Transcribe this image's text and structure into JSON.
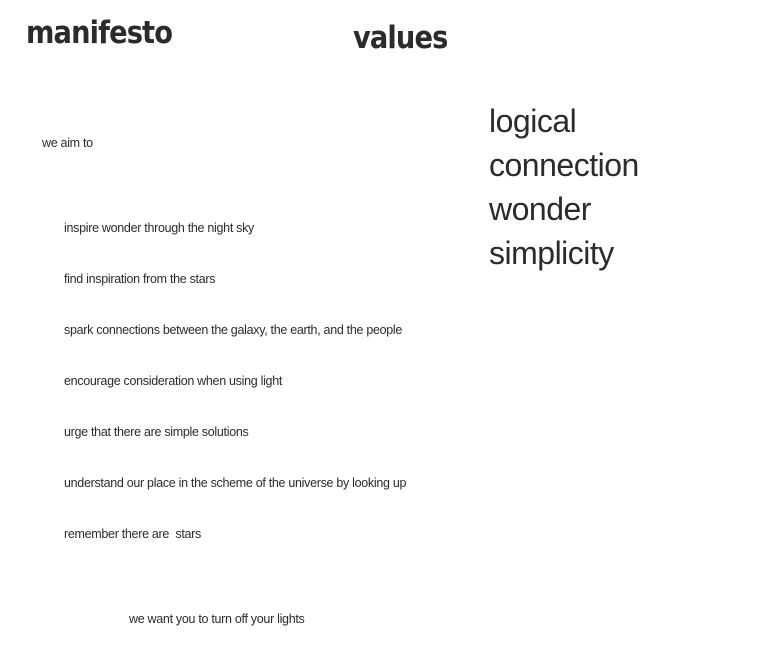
{
  "headings": {
    "manifesto": "manifesto",
    "values": "values"
  },
  "manifesto": {
    "intro": "we aim to",
    "aims": [
      "inspire wonder through the night sky",
      "find inspiration from the stars",
      "spark connections between the galaxy, the earth, and the people",
      "encourage consideration when using light",
      "urge that there are simple solutions",
      "understand our place in the scheme of the universe by looking up",
      "remember there are  stars"
    ],
    "closing": "we want you to turn off your lights"
  },
  "values": [
    "logical",
    "connection",
    "wonder",
    "simplicity"
  ]
}
